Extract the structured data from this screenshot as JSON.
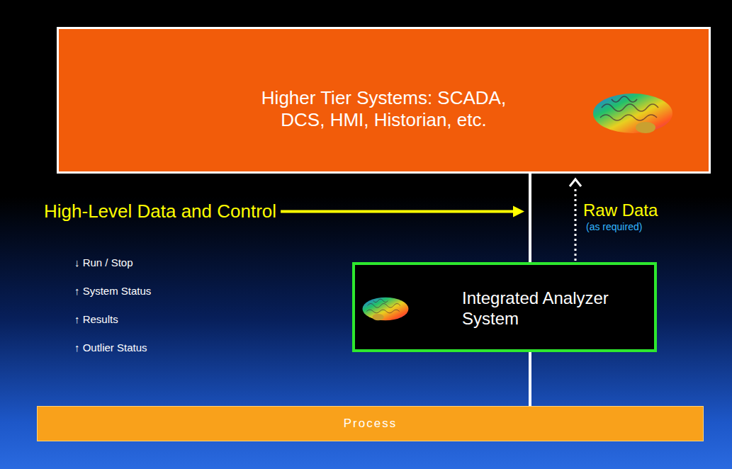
{
  "diagram": {
    "nodes": [
      {
        "text": [
          "Higher Tier Systems: SCADA, DCS, HMI, Historian, etc."
        ]
      },
      {
        "text": [
          "Integrated Analyzer System"
        ]
      },
      {
        "text": [
          "Process"
        ]
      }
    ],
    "edges": [
      {
        "from": 1,
        "to": 0,
        "arrow": "none"
      },
      {
        "from": 2,
        "to": 1,
        "arrow": "none"
      },
      {
        "from": 1,
        "to": 0,
        "arrow": "to"
      }
    ],
    "labels": [
      "High-Level Data and Control",
      "↓ Run / Stop",
      "↑ System Status",
      "↑ Results",
      "↑ Outlier Status",
      "Raw Data",
      "(as required)"
    ]
  }
}
